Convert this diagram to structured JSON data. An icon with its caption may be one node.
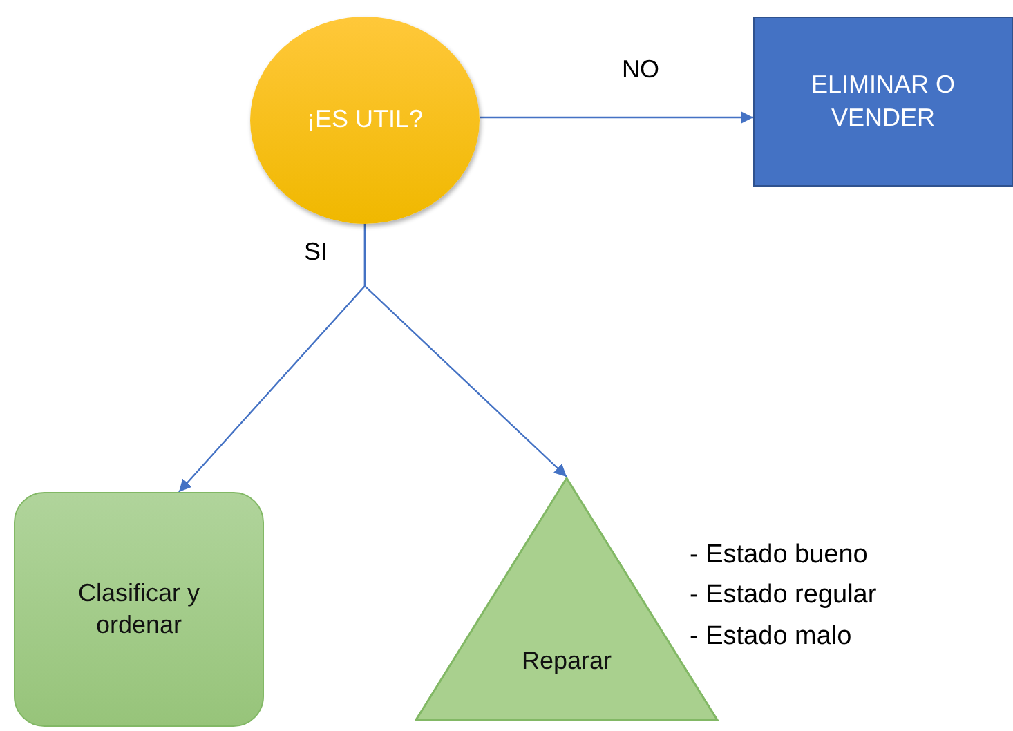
{
  "diagram": {
    "nodes": [
      {
        "text": [
          "¡ES UTIL?"
        ]
      },
      {
        "text": [
          "ELIMINAR O VENDER"
        ]
      },
      {
        "text": [
          "Clasificar y ordenar"
        ]
      },
      {
        "text": [
          "Reparar"
        ],
        "beside": [
          "- Estado bueno",
          "- Estado regular",
          "- Estado malo"
        ]
      }
    ],
    "edges": [
      {
        "from": 0,
        "to": 1,
        "arrow": "to",
        "label": "NO"
      },
      {
        "from": 0,
        "to": 2,
        "arrow": "to",
        "label": "SI"
      },
      {
        "from": 0,
        "to": 3,
        "arrow": "to"
      }
    ]
  }
}
